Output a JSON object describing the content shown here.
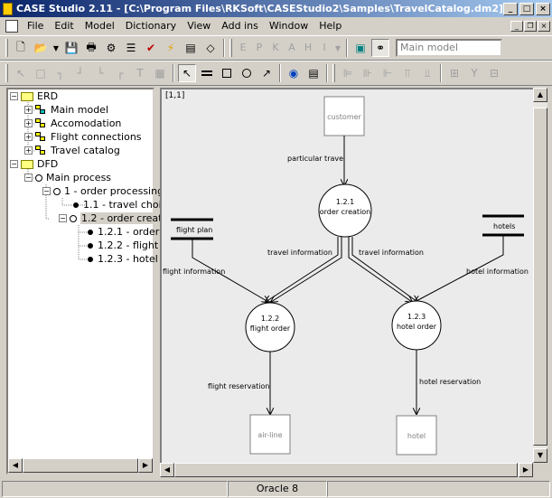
{
  "window": {
    "title": "CASE Studio 2.11 - [C:\\Program Files\\RKSoft\\CASEStudio2\\Samples\\TravelCatalog.dm2]"
  },
  "menu": {
    "items": [
      "File",
      "Edit",
      "Model",
      "Dictionary",
      "View",
      "Add ins",
      "Window",
      "Help"
    ]
  },
  "toolbar": {
    "letters": [
      "E",
      "P",
      "K",
      "A",
      "H",
      "I"
    ],
    "model_select_value": "Main model"
  },
  "tree": {
    "erd": {
      "label": "ERD",
      "children": [
        "Main model",
        "Accomodation",
        "Flight connections",
        "Travel catalog"
      ]
    },
    "dfd": {
      "label": "DFD",
      "main_process": "Main process",
      "order_processing": "1 - order processing",
      "travel_choice": "1.1 - travel choic",
      "order_creation": "1.2 - order creat",
      "subitems": [
        "1.2.1 - order",
        "1.2.2 - flight",
        "1.2.3 - hotel"
      ]
    }
  },
  "diagram": {
    "zoom_label": "[1,1]",
    "customer": "customer",
    "particular_travel": "particular travel",
    "order_creation_num": "1.2.1",
    "order_creation_name": "order creation",
    "flight_plan": "flight plan",
    "hotels": "hotels",
    "travel_information_left": "travel information",
    "travel_information_right": "travel information",
    "flight_information": "flight information",
    "hotel_information": "hotel information",
    "flight_order_num": "1.2.2",
    "flight_order_name": "flight order",
    "hotel_order_num": "1.2.3",
    "hotel_order_name": "hotel order",
    "flight_reservation": "flight reservation",
    "hotel_reservation": "hotel reservation",
    "airline": "air-line",
    "hotel": "hotel"
  },
  "status": {
    "database": "Oracle 8"
  }
}
